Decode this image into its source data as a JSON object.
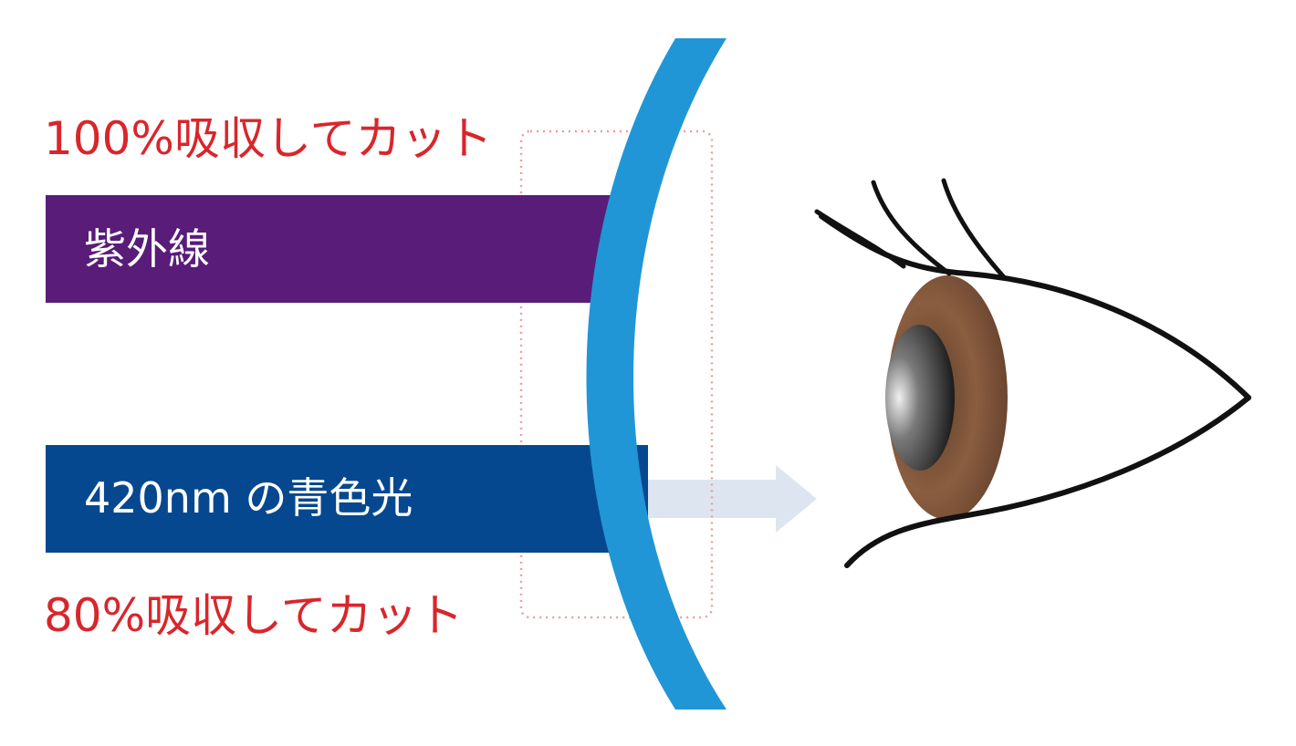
{
  "labels": {
    "top_cut": "100%吸収してカット",
    "bottom_cut": "80%吸収してカット"
  },
  "bands": {
    "uv": "紫外線",
    "blue_light": "420nm の青色光"
  },
  "colors": {
    "label_red": "#d8262c",
    "uv_band": "#591c79",
    "blue_band": "#06488f",
    "lens": "#2196d6",
    "arrow": "#dde6f0",
    "dotted_frame": "#ef9aa0",
    "iris": "#8a5a3c",
    "pupil": "#2a2a2a",
    "eye_outline": "#111111"
  },
  "icons": {
    "lens": "lens-arc-icon",
    "arrow": "arrow-right-icon",
    "eye": "eye-icon"
  }
}
